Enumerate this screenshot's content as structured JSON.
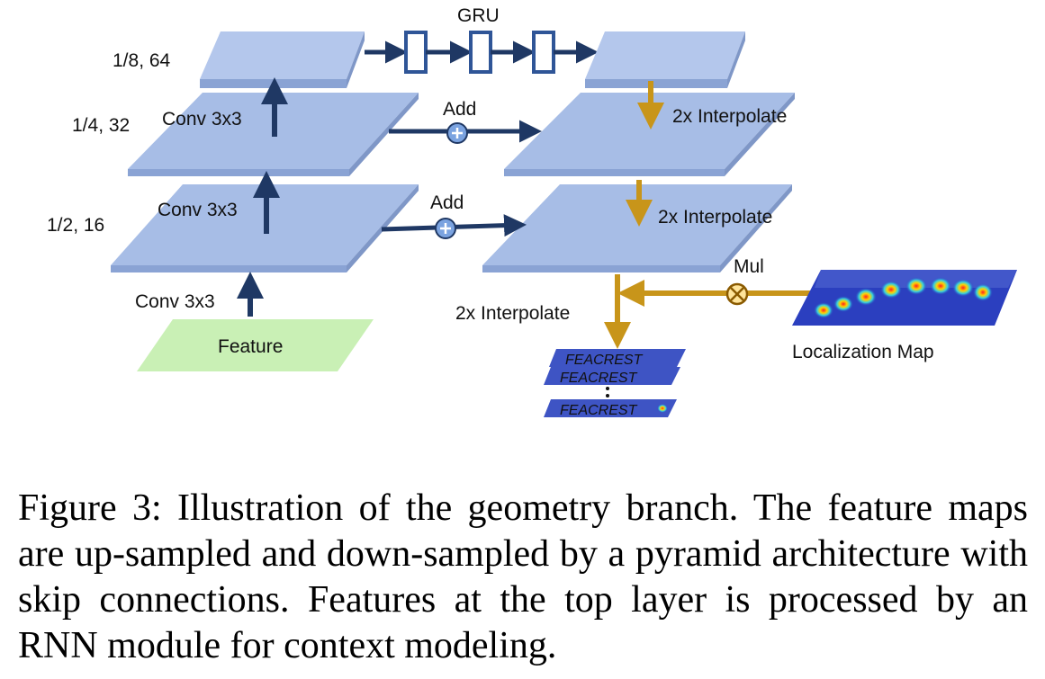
{
  "diagram": {
    "gru_label": "GRU",
    "levels": [
      {
        "scale": "1/8, 64"
      },
      {
        "scale": "1/4, 32"
      },
      {
        "scale": "1/2, 16"
      }
    ],
    "conv_labels": [
      "Conv 3x3",
      "Conv 3x3",
      "Conv 3x3"
    ],
    "feature_label": "Feature",
    "add_labels": [
      "Add",
      "Add"
    ],
    "interpolate_labels": [
      "2x Interpolate",
      "2x Interpolate",
      "2x Interpolate"
    ],
    "mul_label": "Mul",
    "localization_label": "Localization Map",
    "output_text": "FEACREST",
    "colors": {
      "layer_fill": "#9fb7e3",
      "layer_top": "#b4c7ec",
      "layer_side": "#7f97c7",
      "feature_fill": "#c9f0b5",
      "navy_arrow": "#1f3864",
      "gold_arrow": "#c8951a",
      "add_circle": "#7ba3e0",
      "heatmap_blue": "#2b3fbf"
    }
  },
  "caption": {
    "text": "Figure 3: Illustration of the geometry branch. The feature maps are up-sampled and down-sampled by a pyramid architecture with skip connections. Features at the top layer is processed by an RNN module for context modeling."
  }
}
